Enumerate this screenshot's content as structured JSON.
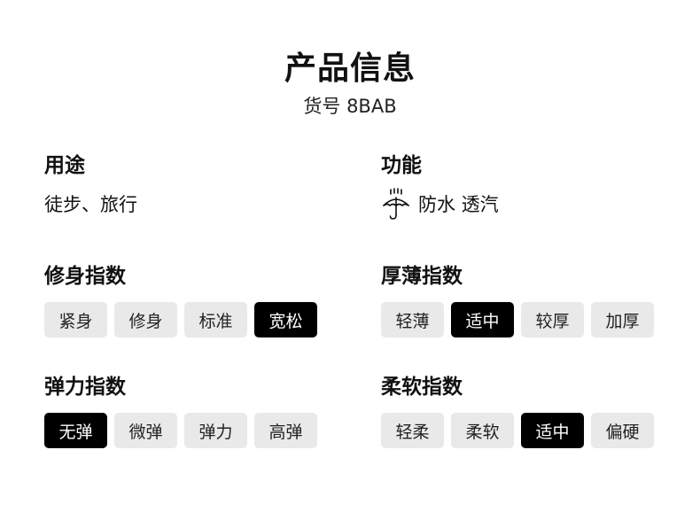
{
  "header": {
    "title": "产品信息",
    "item_no": "货号 8BAB"
  },
  "colors": {
    "selected_bg": "#000000",
    "option_bg": "#e9e9e9"
  },
  "usage": {
    "title": "用途",
    "value": "徒步、旅行"
  },
  "function": {
    "title": "功能",
    "icon": "umbrella-rain-icon",
    "value": "防水 透汽"
  },
  "fit": {
    "title": "修身指数",
    "options": [
      "紧身",
      "修身",
      "标准",
      "宽松"
    ],
    "selected": "宽松"
  },
  "thickness": {
    "title": "厚薄指数",
    "options": [
      "轻薄",
      "适中",
      "较厚",
      "加厚"
    ],
    "selected": "适中"
  },
  "elasticity": {
    "title": "弹力指数",
    "options": [
      "无弹",
      "微弹",
      "弹力",
      "高弹"
    ],
    "selected": "无弹"
  },
  "softness": {
    "title": "柔软指数",
    "options": [
      "轻柔",
      "柔软",
      "适中",
      "偏硬"
    ],
    "selected": "适中"
  }
}
